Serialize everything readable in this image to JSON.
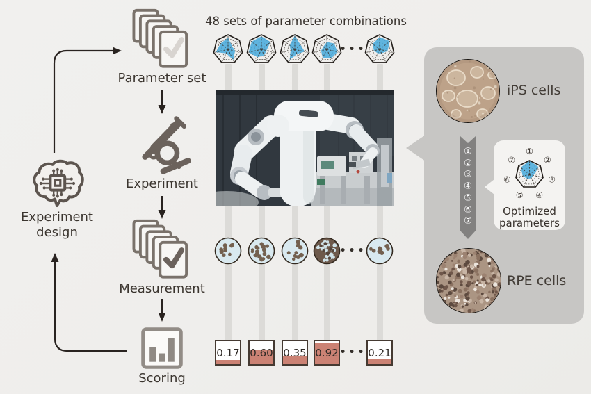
{
  "colors": {
    "background": "#efeeec",
    "ink": "#3b352f",
    "arrow": "#292320",
    "icon_gray": "#6e665f",
    "drop_line": "#dcdbd8",
    "radar_blue": "#45a9dc",
    "score_fill": "#cb8274",
    "dish_blue": "#d9e9ef",
    "dish_brown": "#73604f",
    "panel_gray": "#c7c6c4",
    "ribbon_gray": "#828180",
    "card_white": "#f4f3f1"
  },
  "cycle": {
    "design_icon": "ai-brain-chip-icon",
    "design_label_line1": "Experiment",
    "design_label_line2": "design"
  },
  "pipeline": {
    "parameter_set": {
      "label": "Parameter set",
      "icon": "document-stack-check-icon"
    },
    "experiment": {
      "label": "Experiment",
      "icon": "microscope-icon"
    },
    "measurement": {
      "label": "Measurement",
      "icon": "document-stack-check-icon"
    },
    "scoring": {
      "label": "Scoring",
      "icon": "bar-chart-icon"
    }
  },
  "parameter_row": {
    "caption": "48 sets of parameter combinations",
    "ellipsis": "•••",
    "radar_axes": 7,
    "radar_sets": [
      [
        0.8,
        0.35,
        0.5,
        0.8,
        0.3,
        0.85,
        0.65
      ],
      [
        0.9,
        0.8,
        0.35,
        0.45,
        0.6,
        0.9,
        0.85
      ],
      [
        0.95,
        0.5,
        0.7,
        0.35,
        0.8,
        0.3,
        0.45
      ],
      [
        0.5,
        0.65,
        0.75,
        0.7,
        0.65,
        0.4,
        0.3
      ],
      [
        0.85,
        0.9,
        0.55,
        0.3,
        0.3,
        0.4,
        0.6
      ]
    ]
  },
  "culture_row": {
    "ellipsis": "•••",
    "dishes": [
      {
        "appearance": "sparse",
        "dot_count": 9
      },
      {
        "appearance": "medium",
        "dot_count": 19
      },
      {
        "appearance": "sparse",
        "dot_count": 12
      },
      {
        "appearance": "dense",
        "dot_count": 0
      },
      {
        "appearance": "sparse",
        "dot_count": 9
      }
    ]
  },
  "score_row": {
    "ellipsis": "•••",
    "scores": [
      "0.17",
      "0.60",
      "0.35",
      "0.92",
      "0.21"
    ]
  },
  "results_panel": {
    "ips": {
      "label": "iPS cells",
      "image": "ips-colony-micrograph"
    },
    "rpe": {
      "label": "RPE cells",
      "image": "rpe-monolayer-micrograph"
    },
    "ribbon_numbers": [
      "①",
      "②",
      "③",
      "④",
      "⑤",
      "⑥",
      "⑦"
    ],
    "optimized": {
      "axis_labels": [
        "①",
        "②",
        "③",
        "④",
        "⑤",
        "⑥",
        "⑦"
      ],
      "values": [
        1.0,
        0.85,
        0.3,
        0.3,
        0.35,
        0.5,
        0.8
      ],
      "label_line1": "Optimized",
      "label_line2": "parameters"
    }
  },
  "robot_photo": {
    "alt": "dual-arm-laboratory-robot-photo"
  }
}
